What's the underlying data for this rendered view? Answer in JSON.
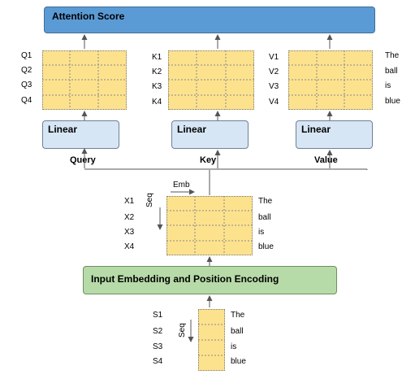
{
  "title": "Attention Score",
  "linear_label": "Linear",
  "embedding_label": "Input Embedding and Position Encoding",
  "streams": {
    "query": "Query",
    "key": "Key",
    "value": "Value"
  },
  "q_rows": [
    "Q1",
    "Q2",
    "Q3",
    "Q4"
  ],
  "k_rows": [
    "K1",
    "K2",
    "K3",
    "K4"
  ],
  "v_rows": [
    "V1",
    "V2",
    "V3",
    "V4"
  ],
  "tokens": [
    "The",
    "ball",
    "is",
    "blue"
  ],
  "x_rows": [
    "X1",
    "X2",
    "X3",
    "X4"
  ],
  "s_rows": [
    "S1",
    "S2",
    "S3",
    "S4"
  ],
  "axis": {
    "emb": "Emb",
    "seq": "Seq"
  },
  "colors": {
    "attention_box": "#5b9bd5",
    "linear_box": "#d7e6f5",
    "embedding_box": "#b7dba8",
    "cell": "#fde28e",
    "cell_highlight": "#f6c94e"
  }
}
